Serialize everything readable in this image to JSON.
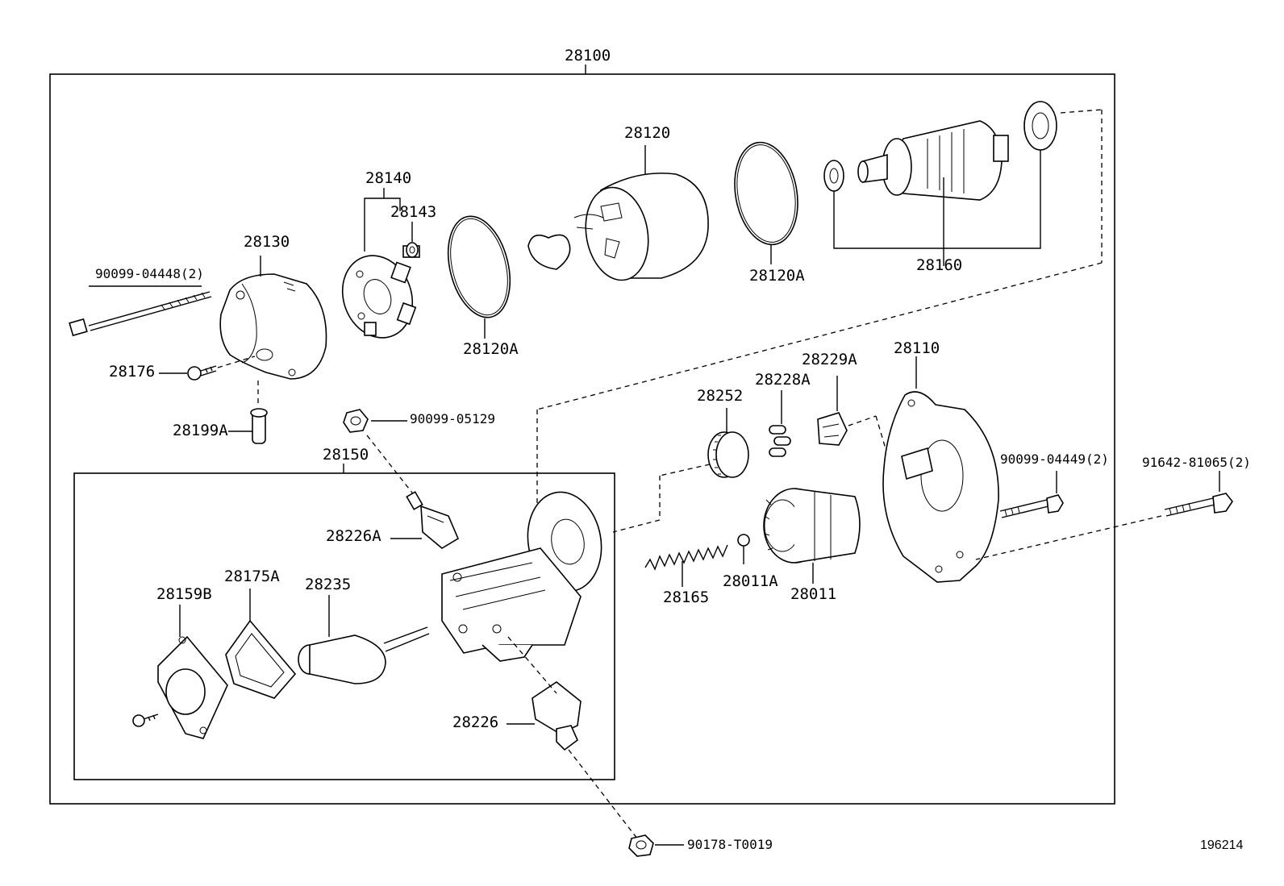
{
  "diagram": {
    "assembly_number": "28100",
    "sub_assembly_number": "28150",
    "reference_id": "196214",
    "parts": [
      {
        "key": "p28140",
        "label": "28140"
      },
      {
        "key": "p28143",
        "label": "28143"
      },
      {
        "key": "p28130",
        "label": "28130"
      },
      {
        "key": "p90099_04448",
        "label": "90099-04448(2)"
      },
      {
        "key": "p28176",
        "label": "28176"
      },
      {
        "key": "p28199A",
        "label": "28199A"
      },
      {
        "key": "p28120A_left",
        "label": "28120A"
      },
      {
        "key": "p28120",
        "label": "28120"
      },
      {
        "key": "p28120A_right",
        "label": "28120A"
      },
      {
        "key": "p28160",
        "label": "28160"
      },
      {
        "key": "p90099_05129",
        "label": "90099-05129"
      },
      {
        "key": "p28226A",
        "label": "28226A"
      },
      {
        "key": "p28159B",
        "label": "28159B"
      },
      {
        "key": "p28175A",
        "label": "28175A"
      },
      {
        "key": "p28235",
        "label": "28235"
      },
      {
        "key": "p28226",
        "label": "28226"
      },
      {
        "key": "p90178_T0019",
        "label": "90178-T0019"
      },
      {
        "key": "p28252",
        "label": "28252"
      },
      {
        "key": "p28228A",
        "label": "28228A"
      },
      {
        "key": "p28229A",
        "label": "28229A"
      },
      {
        "key": "p28110",
        "label": "28110"
      },
      {
        "key": "p90099_04449",
        "label": "90099-04449(2)"
      },
      {
        "key": "p91642_81065",
        "label": "91642-81065(2)"
      },
      {
        "key": "p28165",
        "label": "28165"
      },
      {
        "key": "p28011A",
        "label": "28011A"
      },
      {
        "key": "p28011",
        "label": "28011"
      }
    ]
  }
}
